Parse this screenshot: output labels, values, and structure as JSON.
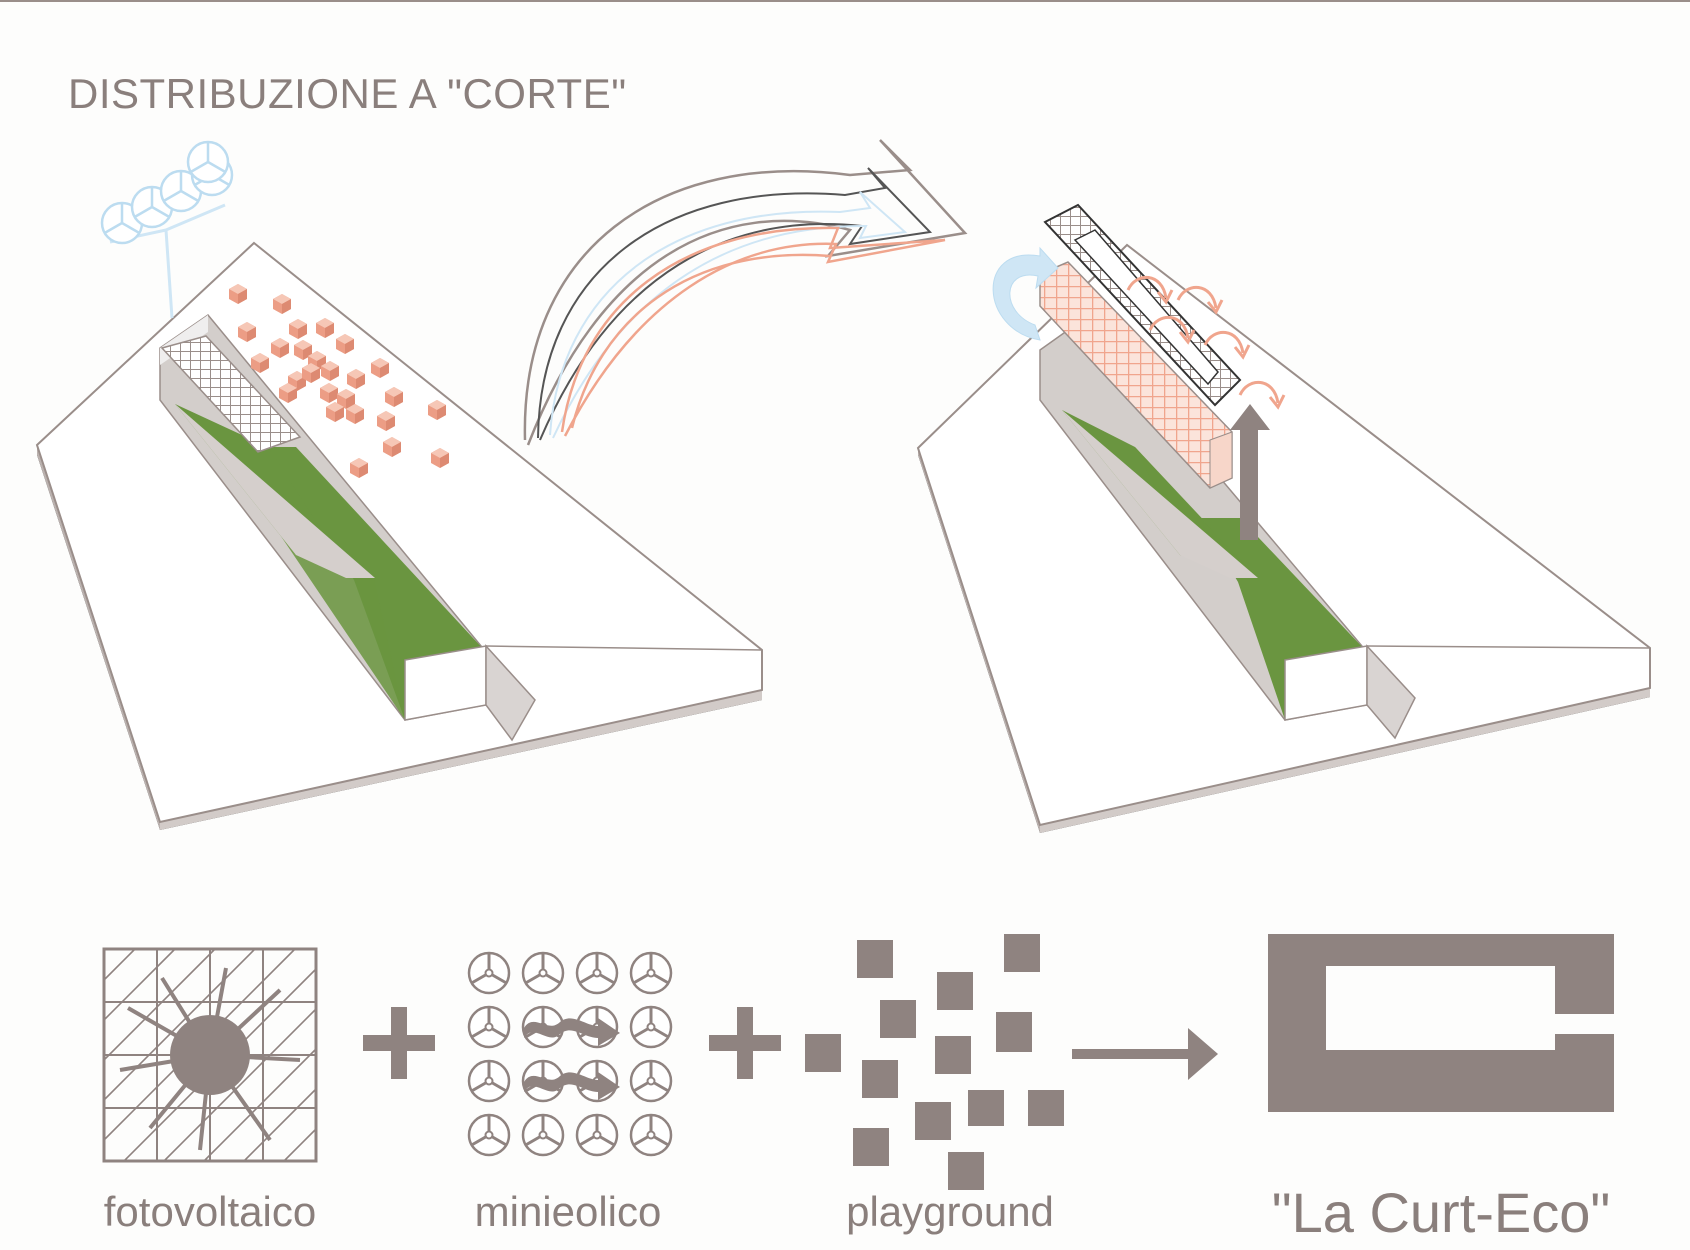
{
  "title": "DISTRIBUZIONE A \"CORTE\"",
  "legend": {
    "item1": "fotovoltaico",
    "item2": "minieolico",
    "item3": "playground",
    "result": "\"La Curt-Eco\""
  },
  "colors": {
    "text": "#8a7f7c",
    "glyph": "#8f8380",
    "green": "#6a9540",
    "salmon": "#f0a58d",
    "lightblue": "#cfe6f5",
    "outline": "#9a8e8a"
  }
}
